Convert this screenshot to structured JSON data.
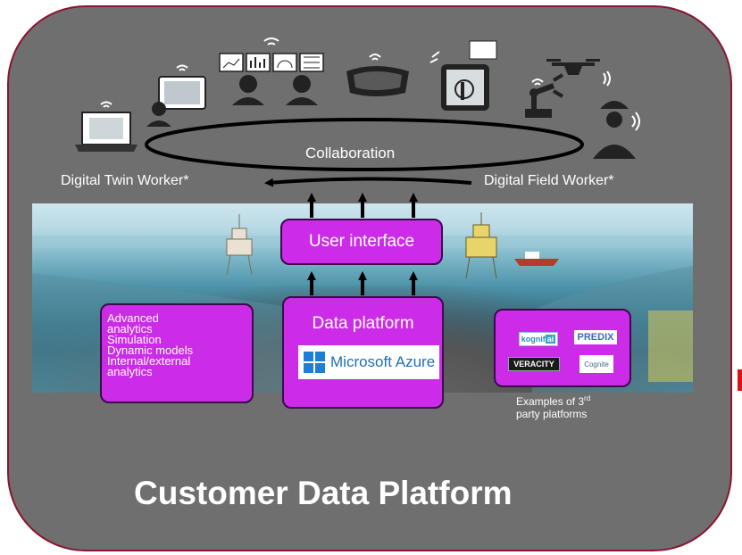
{
  "collaboration_label": "Collaboration",
  "digital_twin_worker_label": "Digital Twin Worker*",
  "digital_field_worker_label": "Digital Field Worker*",
  "user_interface_label": "User interface",
  "data_platform_label": "Data platform",
  "azure_label": "Microsoft Azure",
  "analytics_lines": [
    "Advanced",
    "analytics",
    "Simulation",
    "Dynamic models",
    "Internal/external",
    "analytics"
  ],
  "third_party_logos": {
    "kognifai": "kognif",
    "kognifai_suffix": "ai",
    "predix": "PREDIX",
    "veracity": "VERACITY",
    "cognite": "Cognite"
  },
  "third_party_caption_line1": "Examples of 3",
  "third_party_caption_sup": "rd",
  "third_party_caption_line2": "party platforms",
  "main_title": "Customer Data Platform",
  "icons": [
    "laptop-icon",
    "tablet-worker-icon",
    "dashboard-charts-icon",
    "person-icon",
    "person-icon",
    "vr-headset-icon",
    "touch-tablet-icon",
    "drone-icon",
    "robot-arm-icon",
    "field-worker-icon"
  ],
  "colors": {
    "outer_fill": "#6f6f6f",
    "outer_border": "#8a1531",
    "box_fill": "#cc2ce8",
    "box_border": "#3b0a4b",
    "azure_blue": "#1b7fd6"
  }
}
